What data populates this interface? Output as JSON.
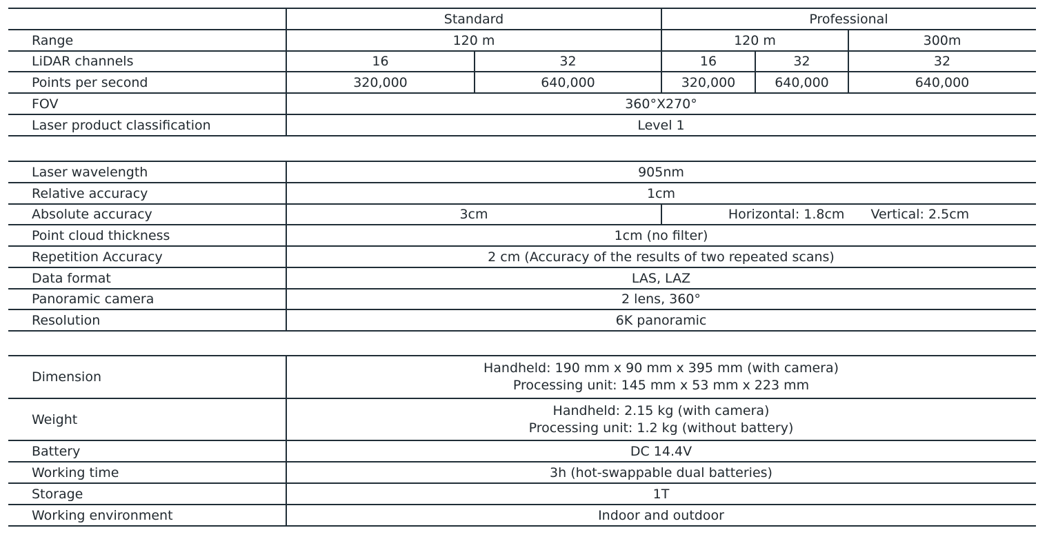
{
  "header": {
    "standard": "Standard",
    "professional": "Professional"
  },
  "t1": {
    "range": {
      "label": "Range",
      "std": "120 m",
      "pro_a": "120 m",
      "pro_b": "300m"
    },
    "channels": {
      "label": "LiDAR channels",
      "s16": "16",
      "s32": "32",
      "p16": "16",
      "p32": "32",
      "p300_32": "32"
    },
    "pps": {
      "label": "Points per second",
      "s16": "320,000",
      "s32": "640,000",
      "p16": "320,000",
      "p32": "640,000",
      "p300": "640,000"
    },
    "fov": {
      "label": "FOV",
      "value": "360°X270°"
    },
    "laser_class": {
      "label": "Laser product classification",
      "value": "Level 1"
    }
  },
  "t2": {
    "wavelength": {
      "label": "Laser wavelength",
      "value": "905nm"
    },
    "relative": {
      "label": "Relative accuracy",
      "value": "1cm"
    },
    "absolute": {
      "label": "Absolute accuracy",
      "std": "3cm",
      "horizontal": "Horizontal: 1.8cm",
      "vertical": "Vertical: 2.5cm"
    },
    "thickness": {
      "label": "Point cloud thickness",
      "value": "1cm (no filter)"
    },
    "repetition": {
      "label": "Repetition Accuracy",
      "value": "2 cm (Accuracy of the results of two repeated scans)"
    },
    "format": {
      "label": "Data format",
      "value": "LAS, LAZ"
    },
    "camera": {
      "label": "Panoramic camera",
      "value": "2 lens, 360°"
    },
    "resolution": {
      "label": "Resolution",
      "value": "6K panoramic"
    }
  },
  "t3": {
    "dimension": {
      "label": "Dimension",
      "line1": "Handheld: 190 mm x 90 mm x 395 mm (with camera)",
      "line2": "Processing unit: 145 mm x 53 mm x 223 mm"
    },
    "weight": {
      "label": "Weight",
      "line1": "Handheld: 2.15 kg (with camera)",
      "line2": "Processing unit: 1.2 kg (without battery)"
    },
    "battery": {
      "label": "Battery",
      "value": "DC 14.4V"
    },
    "working_time": {
      "label": "Working time",
      "value": "3h (hot-swappable dual batteries)"
    },
    "storage": {
      "label": "Storage",
      "value": "1T"
    },
    "environment": {
      "label": "Working environment",
      "value": "Indoor and outdoor"
    }
  }
}
